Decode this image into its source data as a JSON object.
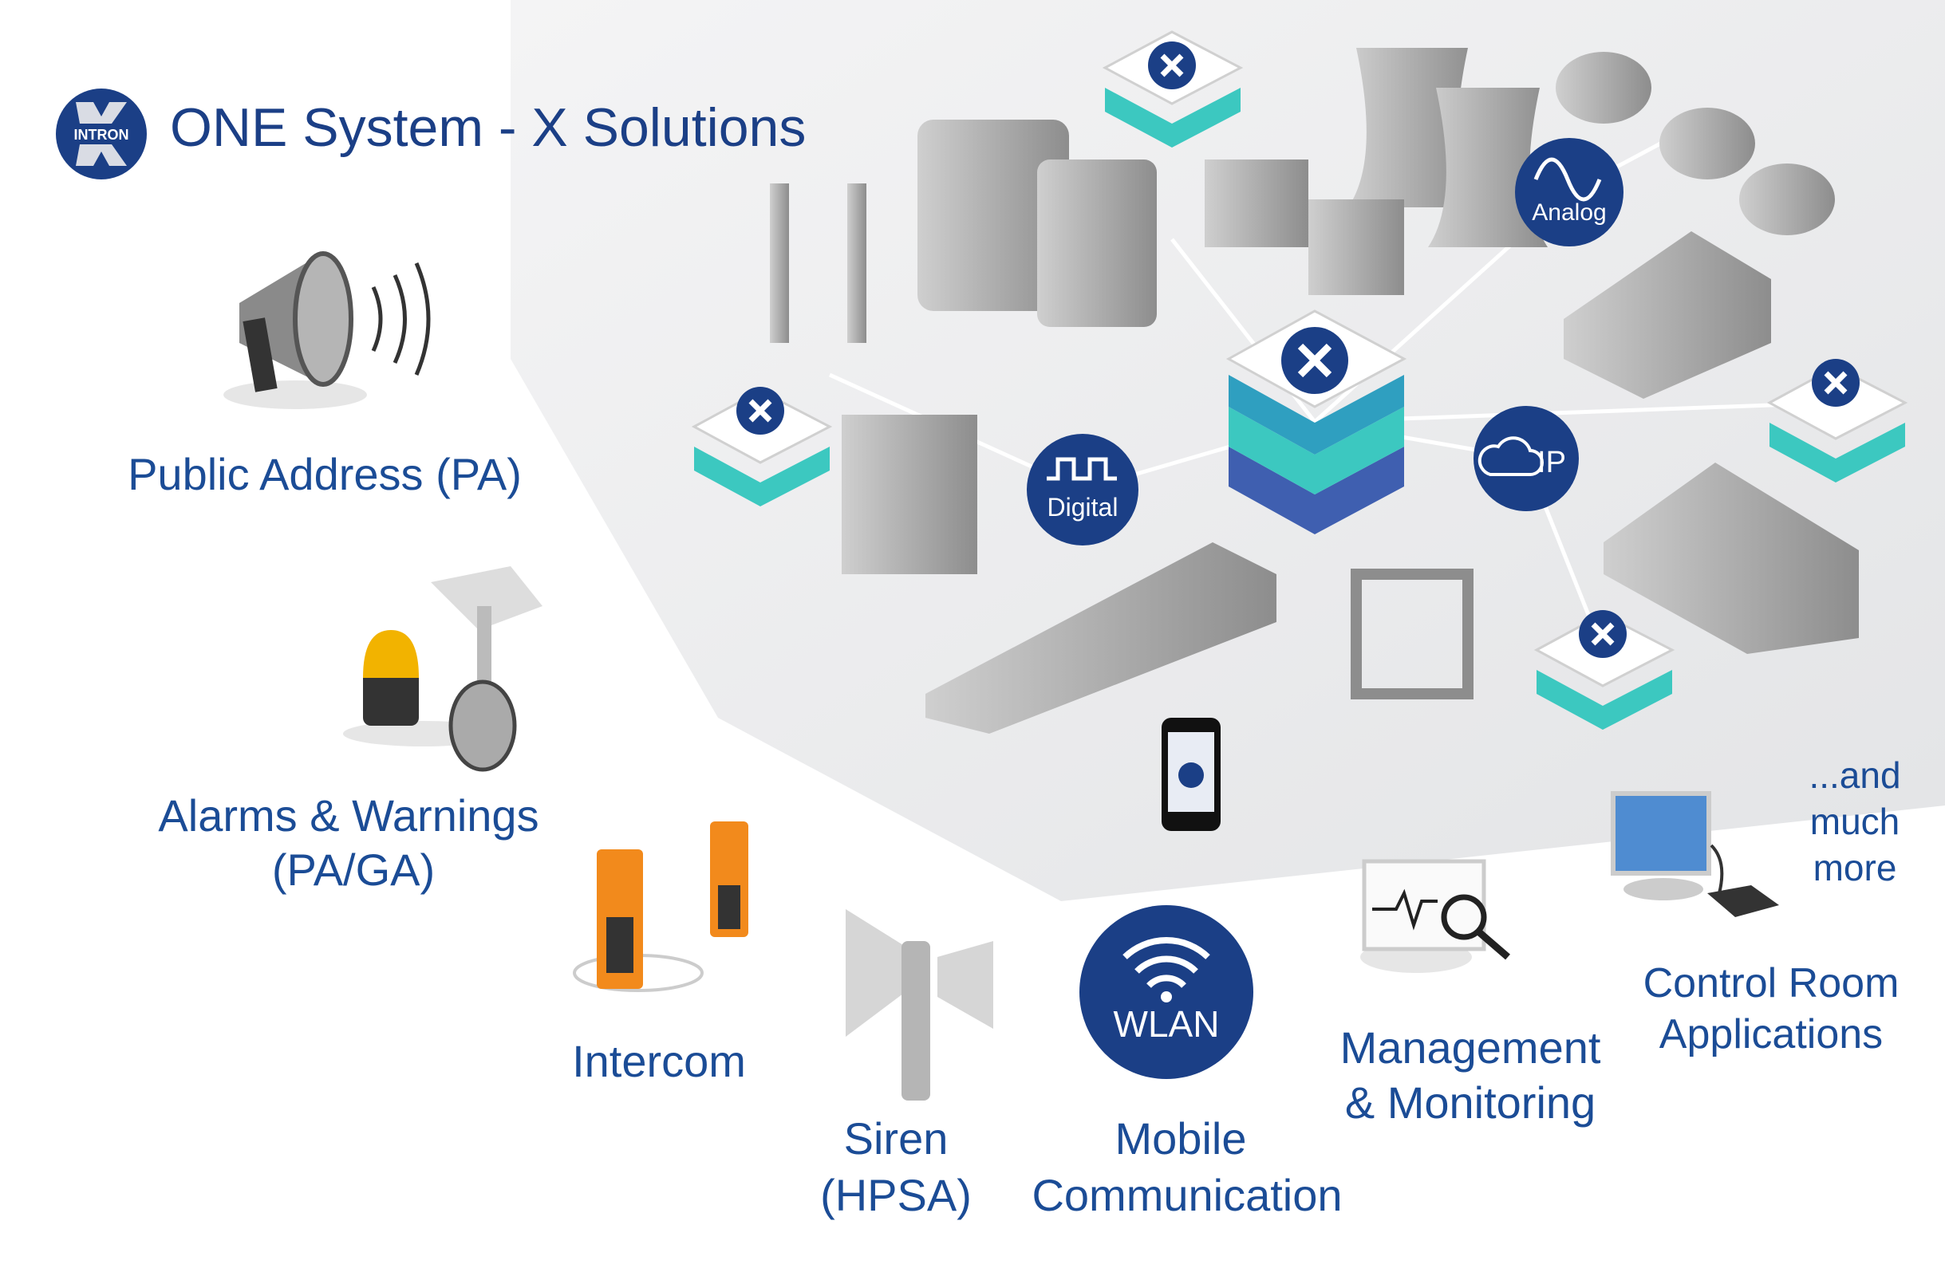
{
  "header": {
    "logo_text": "INTRON",
    "title": "ONE System -  X Solutions"
  },
  "colors": {
    "brand_blue": "#1b3f86",
    "label_blue": "#1b4c96",
    "teal": "#3cc8c0"
  },
  "features": {
    "pa": "Public Address (PA)",
    "alarms_line1": "Alarms & Warnings",
    "alarms_line2": "(PA/GA)",
    "intercom": "Intercom",
    "siren_line1": "Siren",
    "siren_line2": "(HPSA)",
    "mobile_line1": "Mobile",
    "mobile_line2": "Communication",
    "management_line1": "Management",
    "management_line2": "& Monitoring",
    "control_line1": "Control Room",
    "control_line2": "Applications",
    "more_line1": "...and",
    "more_line2": "much",
    "more_line3": "more"
  },
  "badges": {
    "digital": "Digital",
    "analog": "Analog",
    "ip": "IP",
    "wlan": "WLAN"
  }
}
